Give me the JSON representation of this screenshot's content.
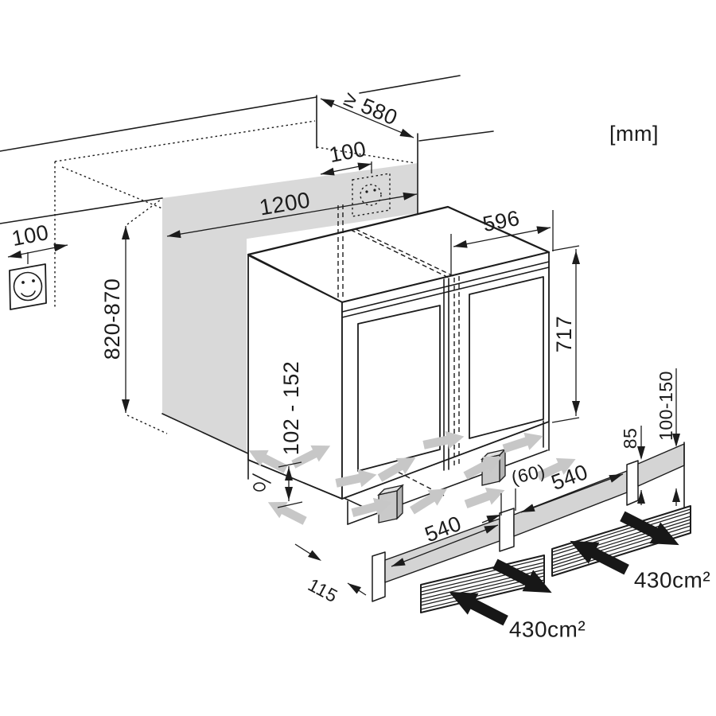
{
  "diagram": {
    "type": "appliance-installation-drawing",
    "units_label": "[mm]",
    "dims": {
      "counter_depth_min": "≥ 580",
      "socket_offset_back": "100",
      "niche_width": "1200",
      "socket_offset_left": "100",
      "niche_height": "820-870",
      "appliance_width": "596",
      "door_height": "717",
      "plinth_clearance": "102 - 152",
      "plinth_top_offset": "85",
      "plinth_height_range": "100-150",
      "divider_width": "(60)",
      "vent_cutout_left": "540",
      "vent_cutout_right": "540",
      "recess_depth": "115",
      "vent_area_left": "430cm²",
      "vent_area_right": "430cm²"
    },
    "icons": {
      "socket": "power-socket-icon",
      "socket_planned": "power-socket-dashed-icon",
      "airflow_gray": "airflow-arrow",
      "airflow_black": "vent-airflow-arrow"
    },
    "colors": {
      "line": "#1c1c1c",
      "wall_shade": "#d9d9d9",
      "airflow_gray": "#c7c7c7",
      "airflow_black": "#171717"
    }
  }
}
